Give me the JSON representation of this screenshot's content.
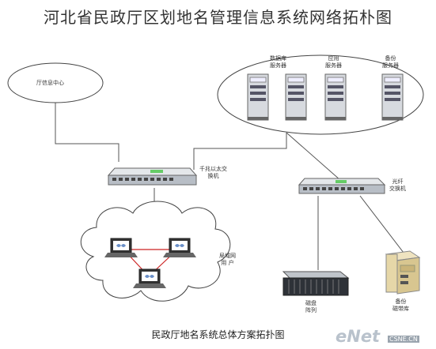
{
  "title": "河北省民政厅区划地名管理信息系统网络拓朴图",
  "caption": "民政厅地名系统总体方案拓扑图",
  "nodes": {
    "info_center": "厅信息中心",
    "db_server_line1": "数据库",
    "db_server_line2": "服务器",
    "app_server_line1": "应用",
    "app_server_line2": "服务器",
    "backup_server_line1": "备份",
    "backup_server_line2": "服务器",
    "gigabit_switch_line1": "千兆以太交",
    "gigabit_switch_line2": "换机",
    "fiber_switch_line1": "光纤",
    "fiber_switch_line2": "交换机",
    "lan_users_line1": "局域网",
    "lan_users_line2": "用 户",
    "disk_array_line1": "磁盘",
    "disk_array_line2": "阵列",
    "tape_library_line1": "备份",
    "tape_library_line2": "磁带库"
  },
  "watermark": {
    "brand": "eNet",
    "site": "CSNE.CN"
  },
  "colors": {
    "line": "#555555",
    "lan_link": "#cc2222",
    "device": "#9aa3ad"
  }
}
